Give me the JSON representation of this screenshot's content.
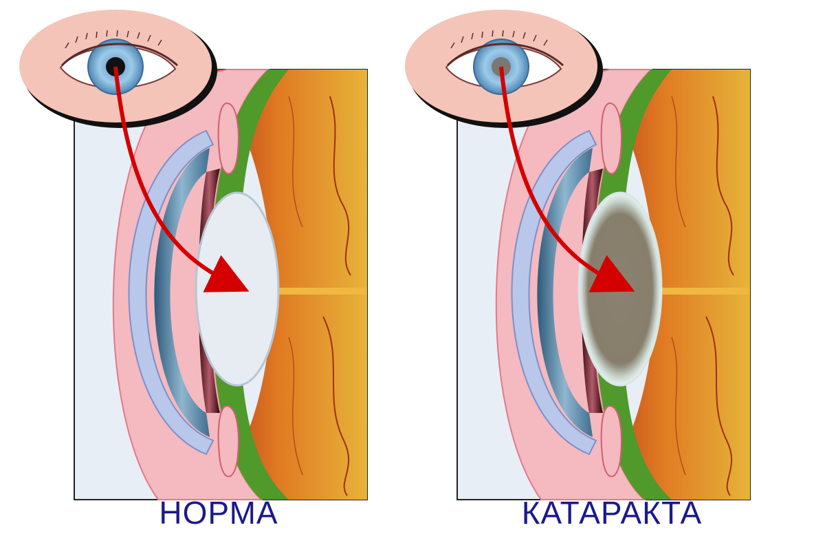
{
  "panels": [
    {
      "id": "normal",
      "label": "НОРМА",
      "lens_state": "clear"
    },
    {
      "id": "cataract",
      "label": "КАТАРАКТА",
      "lens_state": "clouded"
    }
  ],
  "colors": {
    "caption": "#1a1a8c",
    "arrow": "#d40000",
    "skin": "#f4c4b8",
    "iris": "#8fc3e6",
    "lens_clear": "#e6ecf1",
    "lens_clouded": "#8a8270",
    "pupil_clear": "#111111",
    "pupil_clouded": "#7a7870",
    "panel_bg": "#e8eef5",
    "tissue_orange": "#e58a2a",
    "ciliary_green": "#4f9a2a",
    "cornea": "#b9c7ea",
    "chamber_blue": "#4d7da0"
  },
  "icons": [
    "eye-icon",
    "arrow-icon"
  ]
}
